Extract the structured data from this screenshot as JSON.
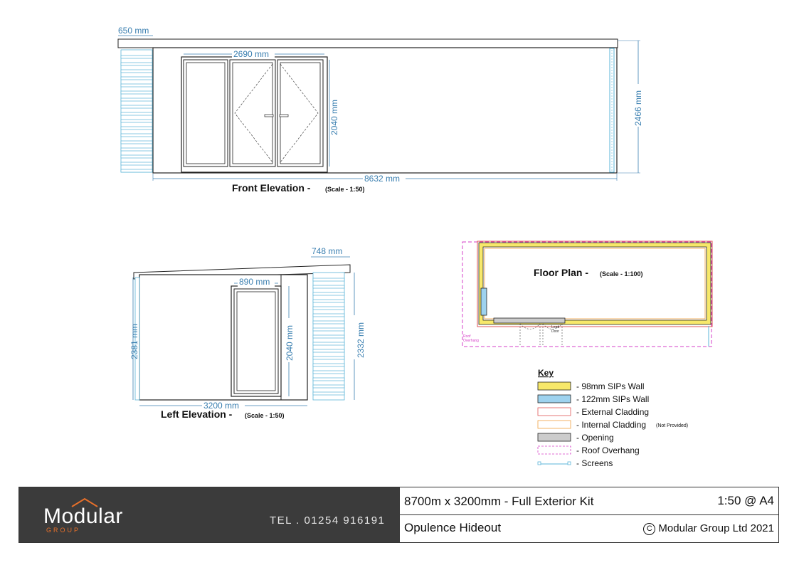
{
  "front_elevation": {
    "title": "Front Elevation -",
    "scale": "(Scale - 1:50)",
    "dims": {
      "overhang": "650 mm",
      "door_width": "2690 mm",
      "door_height": "2040 mm",
      "height": "2466 mm",
      "length": "8632 mm"
    }
  },
  "left_elevation": {
    "title": "Left Elevation -",
    "scale": "(Scale - 1:50)",
    "dims": {
      "overhang": "748 mm",
      "door_width": "890 mm",
      "door_height": "2040 mm",
      "screen_height": "2332 mm",
      "wall_height": "2381 mm",
      "width": "3200 mm"
    }
  },
  "floor_plan": {
    "title": "Floor Plan -",
    "scale": "(Scale - 1:100)",
    "labels": {
      "roof_overhang": "Roof\nOverhang",
      "lead": "Lead\nDoor"
    }
  },
  "key": {
    "heading": "Key",
    "items": [
      {
        "label": "- 98mm SIPs Wall",
        "note": "",
        "swatch": "yellow"
      },
      {
        "label": "- 122mm SIPs Wall",
        "note": "",
        "swatch": "blue"
      },
      {
        "label": "- External Cladding",
        "note": "",
        "swatch": "red-outline"
      },
      {
        "label": "- Internal Cladding",
        "note": "(Not Provided)",
        "swatch": "orange-outline"
      },
      {
        "label": "- Opening",
        "note": "",
        "swatch": "grey"
      },
      {
        "label": "- Roof Overhang",
        "note": "",
        "swatch": "magenta-dashed"
      },
      {
        "label": "- Screens",
        "note": "",
        "swatch": "screen-line"
      }
    ]
  },
  "title_block": {
    "logo_word": "Modular",
    "logo_group": "GROUP",
    "tel": "TEL . 01254 916191",
    "project_size": "8700m x 3200mm - Full Exterior Kit",
    "scale_paper": "1:50 @ A4",
    "project_name": "Opulence Hideout",
    "copyright": "Modular Group Ltd 2021"
  },
  "colors": {
    "dimension": "#3a7fb0",
    "screen": "#5bb4d8",
    "sips_98": "#f7e86a",
    "sips_122": "#9ed2ee",
    "external_cladding": "#e05555",
    "internal_cladding": "#f0a040",
    "opening": "#cccccc",
    "roof_overhang": "#d63fc8",
    "logo_accent": "#e8702a"
  }
}
